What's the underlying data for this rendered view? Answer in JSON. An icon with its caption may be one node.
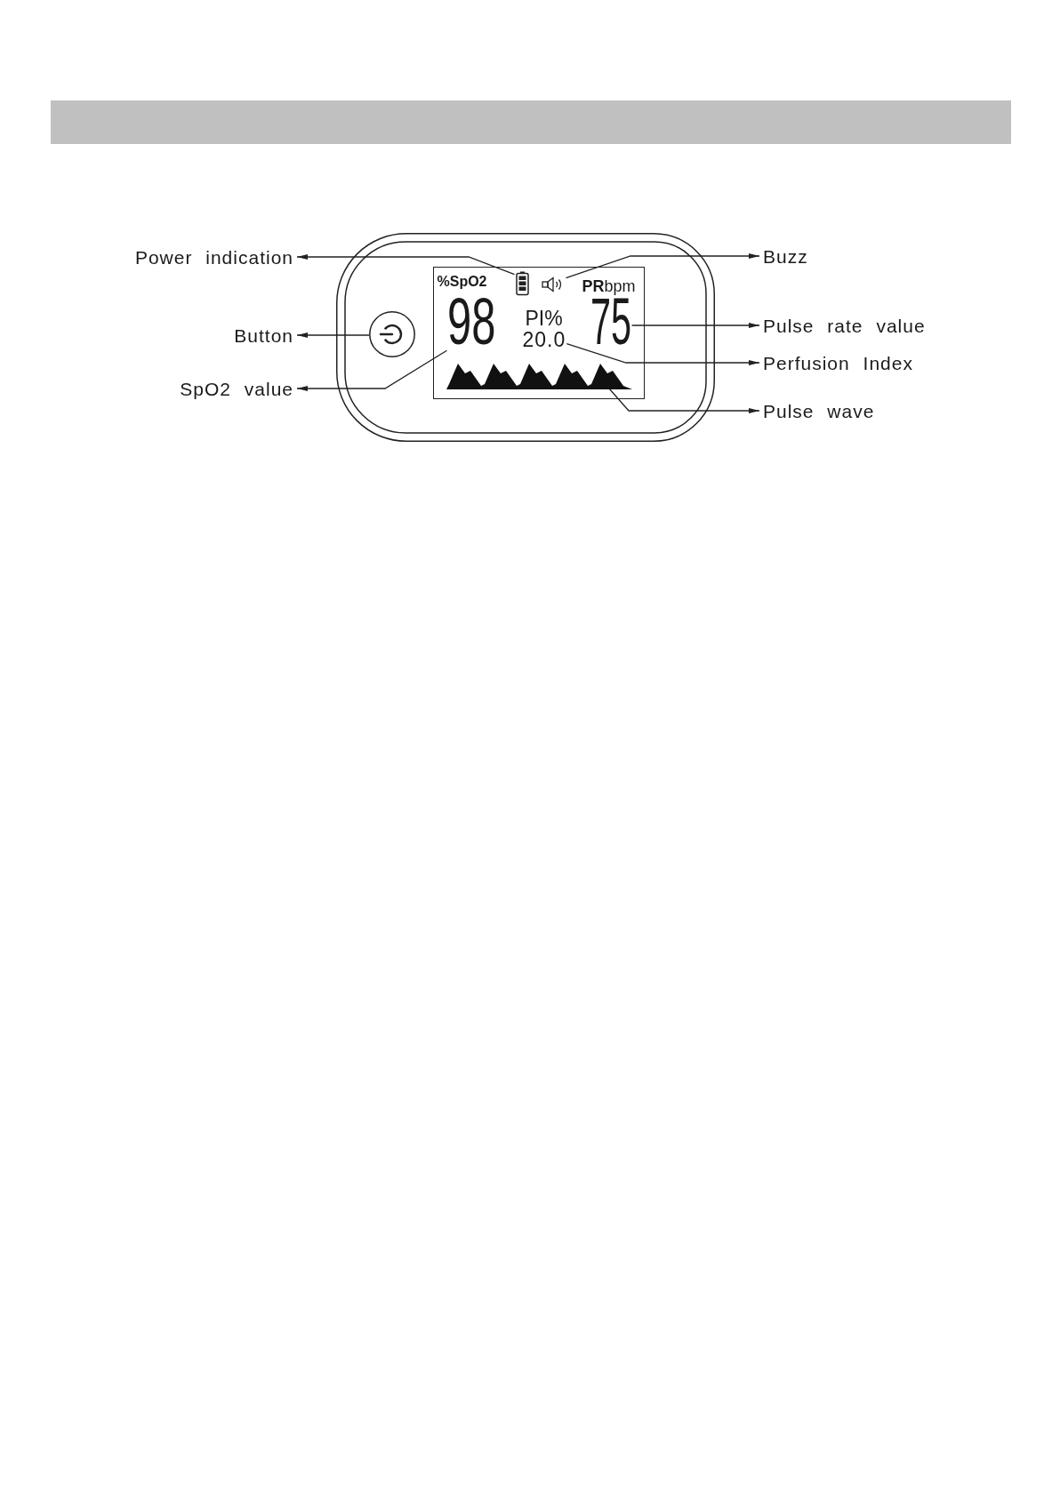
{
  "diagram": {
    "nodes": [
      {
        "text": [],
        "shape": "box"
      },
      {
        "text": [],
        "shape": "circle",
        "in": 0
      },
      {
        "text": [
          "%SpO2",
          "**PR**bpm",
          "PI%"
        ],
        "in": 0
      },
      {
        "text": [],
        "shape": "picture",
        "in": 2
      },
      {
        "text": [],
        "shape": "picture",
        "in": 2
      },
      {
        "text": [
          "98"
        ],
        "in": 2
      },
      {
        "text": [
          "20.0"
        ],
        "in": 2
      },
      {
        "text": [
          "75"
        ],
        "in": 2
      },
      {
        "text": [],
        "shape": "picture",
        "in": 2
      },
      {
        "text": [
          "Power indication"
        ]
      },
      {
        "text": [
          "Buzz"
        ]
      },
      {
        "text": [
          "Button"
        ]
      },
      {
        "text": [
          "Pulse rate value"
        ]
      },
      {
        "text": [
          "Perfusion Index"
        ]
      },
      {
        "text": [
          "SpO2 value"
        ]
      },
      {
        "text": [
          "Pulse wave"
        ]
      }
    ],
    "edges": [
      {
        "from": 3,
        "to": 9,
        "arrow": "to"
      },
      {
        "from": 4,
        "to": 10,
        "arrow": "to"
      },
      {
        "from": 1,
        "to": 11,
        "arrow": "to"
      },
      {
        "from": 7,
        "to": 12,
        "arrow": "to"
      },
      {
        "from": 6,
        "to": 13,
        "arrow": "to"
      },
      {
        "from": 5,
        "to": 14,
        "arrow": "to"
      },
      {
        "from": 8,
        "to": 15,
        "arrow": "to"
      }
    ]
  }
}
